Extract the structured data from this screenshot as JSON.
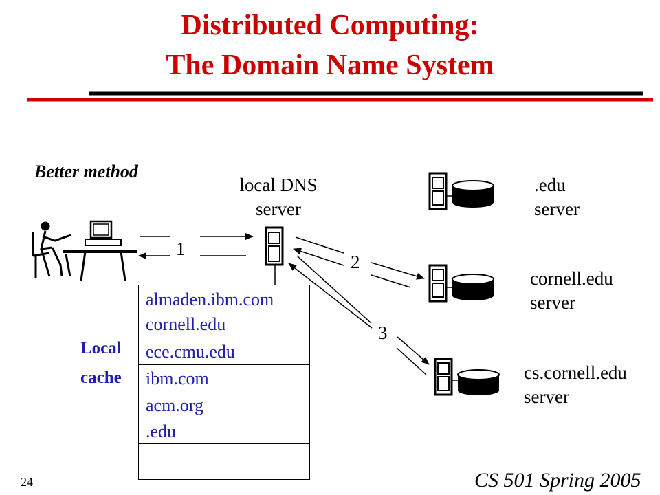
{
  "slide": {
    "title_line1": "Distributed Computing:",
    "title_line2": "The Domain Name System",
    "subtitle": "Better method",
    "footer_course": "CS 501 Spring 2005",
    "page_number": "24",
    "colors": {
      "title": "#cc0000",
      "cache_text": "#2020aa",
      "rule": "#000000"
    }
  },
  "servers": {
    "local_dns": {
      "line1": "local DNS",
      "line2": "server"
    },
    "edu": {
      "line1": ".edu",
      "line2": "server"
    },
    "cornell": {
      "line1": "cornell.edu",
      "line2": "server"
    },
    "cs_cornell": {
      "line1": "cs.cornell.edu",
      "line2": "server"
    }
  },
  "steps": [
    "1",
    "2",
    "3"
  ],
  "cache": {
    "label_line1": "Local",
    "label_line2": "cache",
    "entries": [
      "almaden.ibm.com",
      "cornell.edu",
      "ece.cmu.edu",
      "ibm.com",
      "acm.org",
      ".edu"
    ]
  },
  "icons": [
    "user-at-computer-icon",
    "server-tower-icon",
    "disk-storage-icon",
    "arrow-icon"
  ]
}
